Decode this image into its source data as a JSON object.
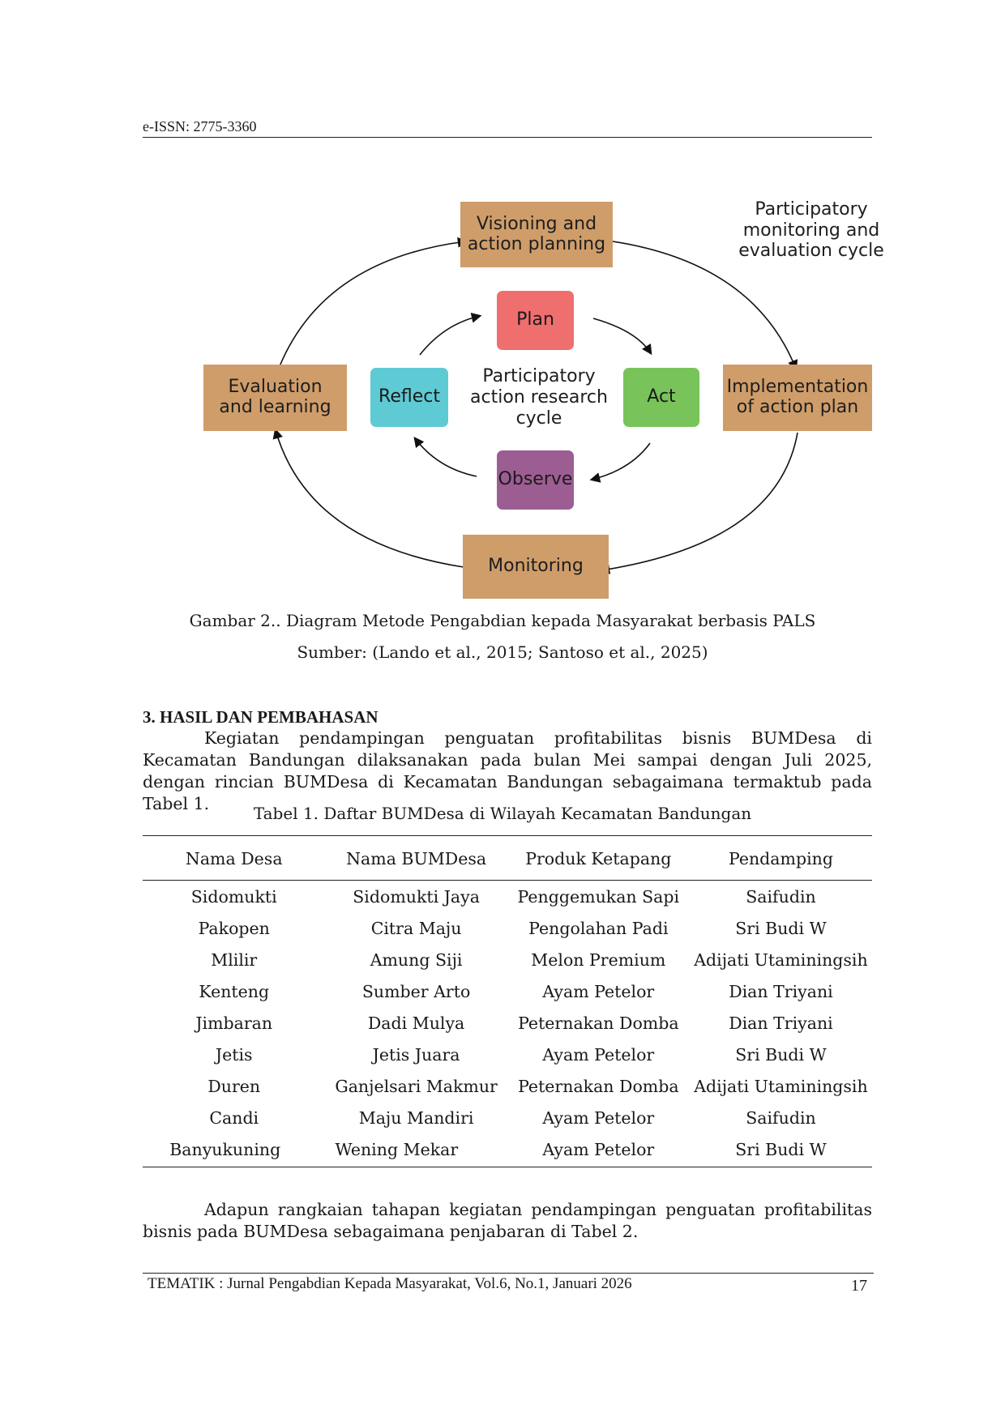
{
  "header": {
    "issn": "e-ISSN: 2775-3360"
  },
  "figure": {
    "outer_boxes": {
      "visioning": "Visioning and\naction planning",
      "implementation": "Implementation\nof action plan",
      "monitoring": "Monitoring",
      "evaluation": "Evaluation\nand learning"
    },
    "inner_boxes": {
      "plan": "Plan",
      "act": "Act",
      "observe": "Observe",
      "reflect": "Reflect"
    },
    "center_label": "Participatory\naction research\ncycle",
    "cycle_note": "Participatory\nmonitoring and\nevaluation cycle",
    "colors": {
      "outer": "#cf9d6a",
      "plan": "#ef6e6e",
      "act": "#78c45a",
      "observe": "#9c5d92",
      "reflect": "#5ecad4"
    },
    "caption": "Gambar 2.. Diagram Metode Pengabdian kepada Masyarakat berbasis PALS",
    "source": "Sumber: (Lando et al., 2015; Santoso et al., 2025)"
  },
  "section": {
    "heading": "3. HASIL DAN PEMBAHASAN",
    "paragraph1": "Kegiatan pendampingan penguatan profitabilitas bisnis BUMDesa di Kecamatan Bandungan dilaksanakan pada bulan Mei sampai dengan Juli 2025, dengan rincian BUMDesa di Kecamatan Bandungan sebagaimana termaktub pada Tabel 1.",
    "table_caption": "Tabel 1. Daftar BUMDesa di Wilayah Kecamatan Bandungan",
    "table": {
      "headers": [
        "Nama Desa",
        "Nama BUMDesa",
        "Produk Ketapang",
        "Pendamping"
      ],
      "rows": [
        [
          "Sidomukti",
          "Sidomukti Jaya",
          "Penggemukan Sapi",
          "Saifudin"
        ],
        [
          "Pakopen",
          "Citra Maju",
          "Pengolahan Padi",
          "Sri Budi W"
        ],
        [
          "Mlilir",
          "Amung Siji",
          "Melon Premium",
          "Adijati Utaminingsih"
        ],
        [
          "Kenteng",
          "Sumber Arto",
          "Ayam Petelor",
          "Dian Triyani"
        ],
        [
          "Jimbaran",
          "Dadi Mulya",
          "Peternakan Domba",
          "Dian Triyani"
        ],
        [
          "Jetis",
          "Jetis Juara",
          "Ayam Petelor",
          "Sri Budi W"
        ],
        [
          "Duren",
          "Ganjelsari Makmur",
          "Peternakan Domba",
          "Adijati Utaminingsih"
        ],
        [
          "Candi",
          "Maju Mandiri",
          "Ayam Petelor",
          "Saifudin"
        ],
        [
          "Banyukuning",
          "Wening Mekar",
          "Ayam Petelor",
          "Sri Budi W"
        ]
      ]
    },
    "paragraph2": "Adapun rangkaian tahapan kegiatan pendampingan penguatan profitabilitas bisnis pada BUMDesa sebagaimana penjabaran di Tabel 2."
  },
  "footer": {
    "journal": "TEMATIK : Jurnal Pengabdian Kepada Masyarakat, Vol.6, No.1, Januari 2026",
    "page_number": "17"
  }
}
